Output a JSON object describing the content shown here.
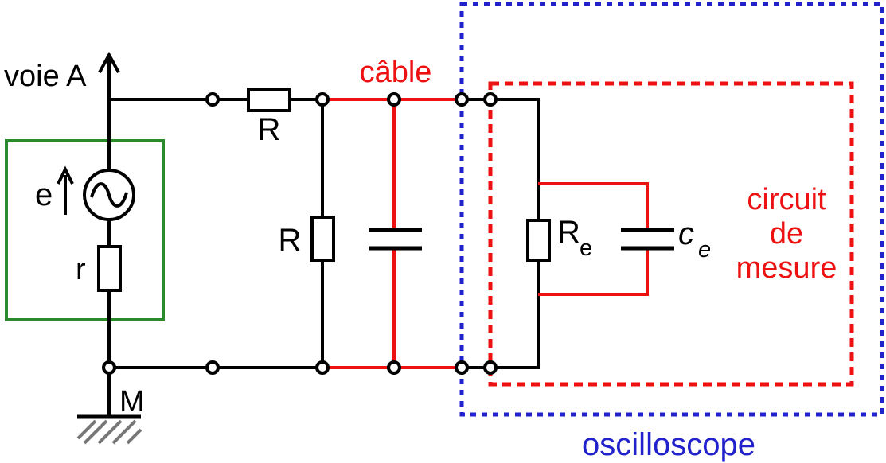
{
  "labels": {
    "channel": "voie A",
    "cable": "câble",
    "emf": "e",
    "internal_resistance": "r",
    "series_resistor": "R",
    "shunt_resistor": "R",
    "ground": "M",
    "input_resistor_main": "R",
    "input_resistor_sub": "e",
    "input_capacitor_main": "c",
    "input_capacitor_sub": "e",
    "measure_line1": "circuit",
    "measure_line2": "de",
    "measure_line3": "mesure",
    "oscilloscope": "oscilloscope"
  },
  "colors": {
    "red": "#ee1111",
    "blue": "#2222cc",
    "green": "#2b8a2b",
    "hatch": "#777777",
    "wire": "#000000",
    "background": "#ffffff"
  }
}
